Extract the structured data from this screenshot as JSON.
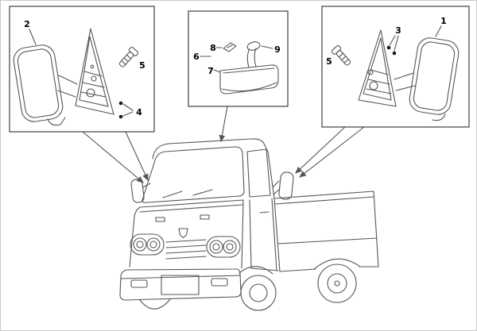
{
  "colors": {
    "background": "#ffffff",
    "line_ink": "#555555",
    "panel_border": "#3f3f3f",
    "callout_text": "#000000"
  },
  "callouts": {
    "left_panel": {
      "mirror_glass": "2",
      "screw": "5",
      "fasteners": "4"
    },
    "center_panel": {
      "assembly": "6",
      "mirror_body": "7",
      "mount_clip": "8",
      "stem": "9"
    },
    "right_panel": {
      "mirror_glass": "1",
      "fasteners": "3",
      "screw": "5"
    }
  }
}
